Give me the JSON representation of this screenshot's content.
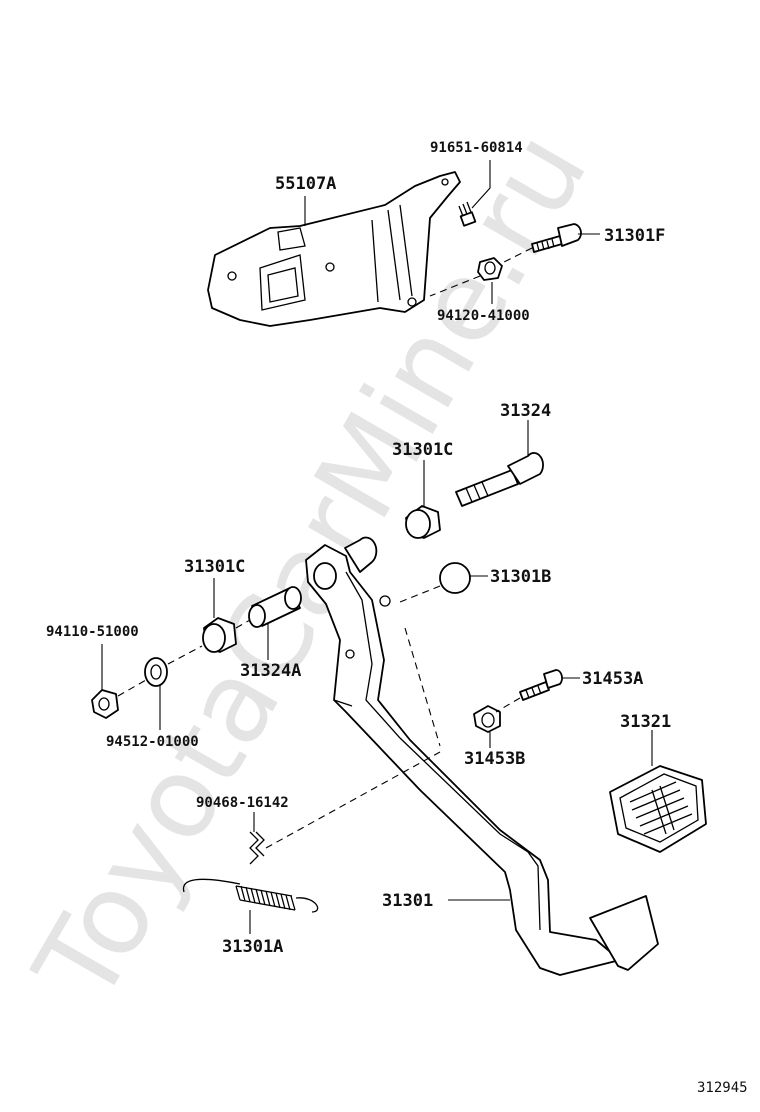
{
  "watermark": "ToyotaCarMine.ru",
  "diagram_id": "312945",
  "labels": {
    "p55107A": "55107A",
    "p91651": "91651-60814",
    "p31301F": "31301F",
    "p94120": "94120-41000",
    "p31324": "31324",
    "p31301C_top": "31301C",
    "p31301B": "31301B",
    "p31301C_left": "31301C",
    "p94110": "94110-51000",
    "p31324A": "31324A",
    "p94512": "94512-01000",
    "p31453A": "31453A",
    "p31453B": "31453B",
    "p31321": "31321",
    "p90468": "90468-16142",
    "p31301": "31301",
    "p31301A": "31301A"
  }
}
